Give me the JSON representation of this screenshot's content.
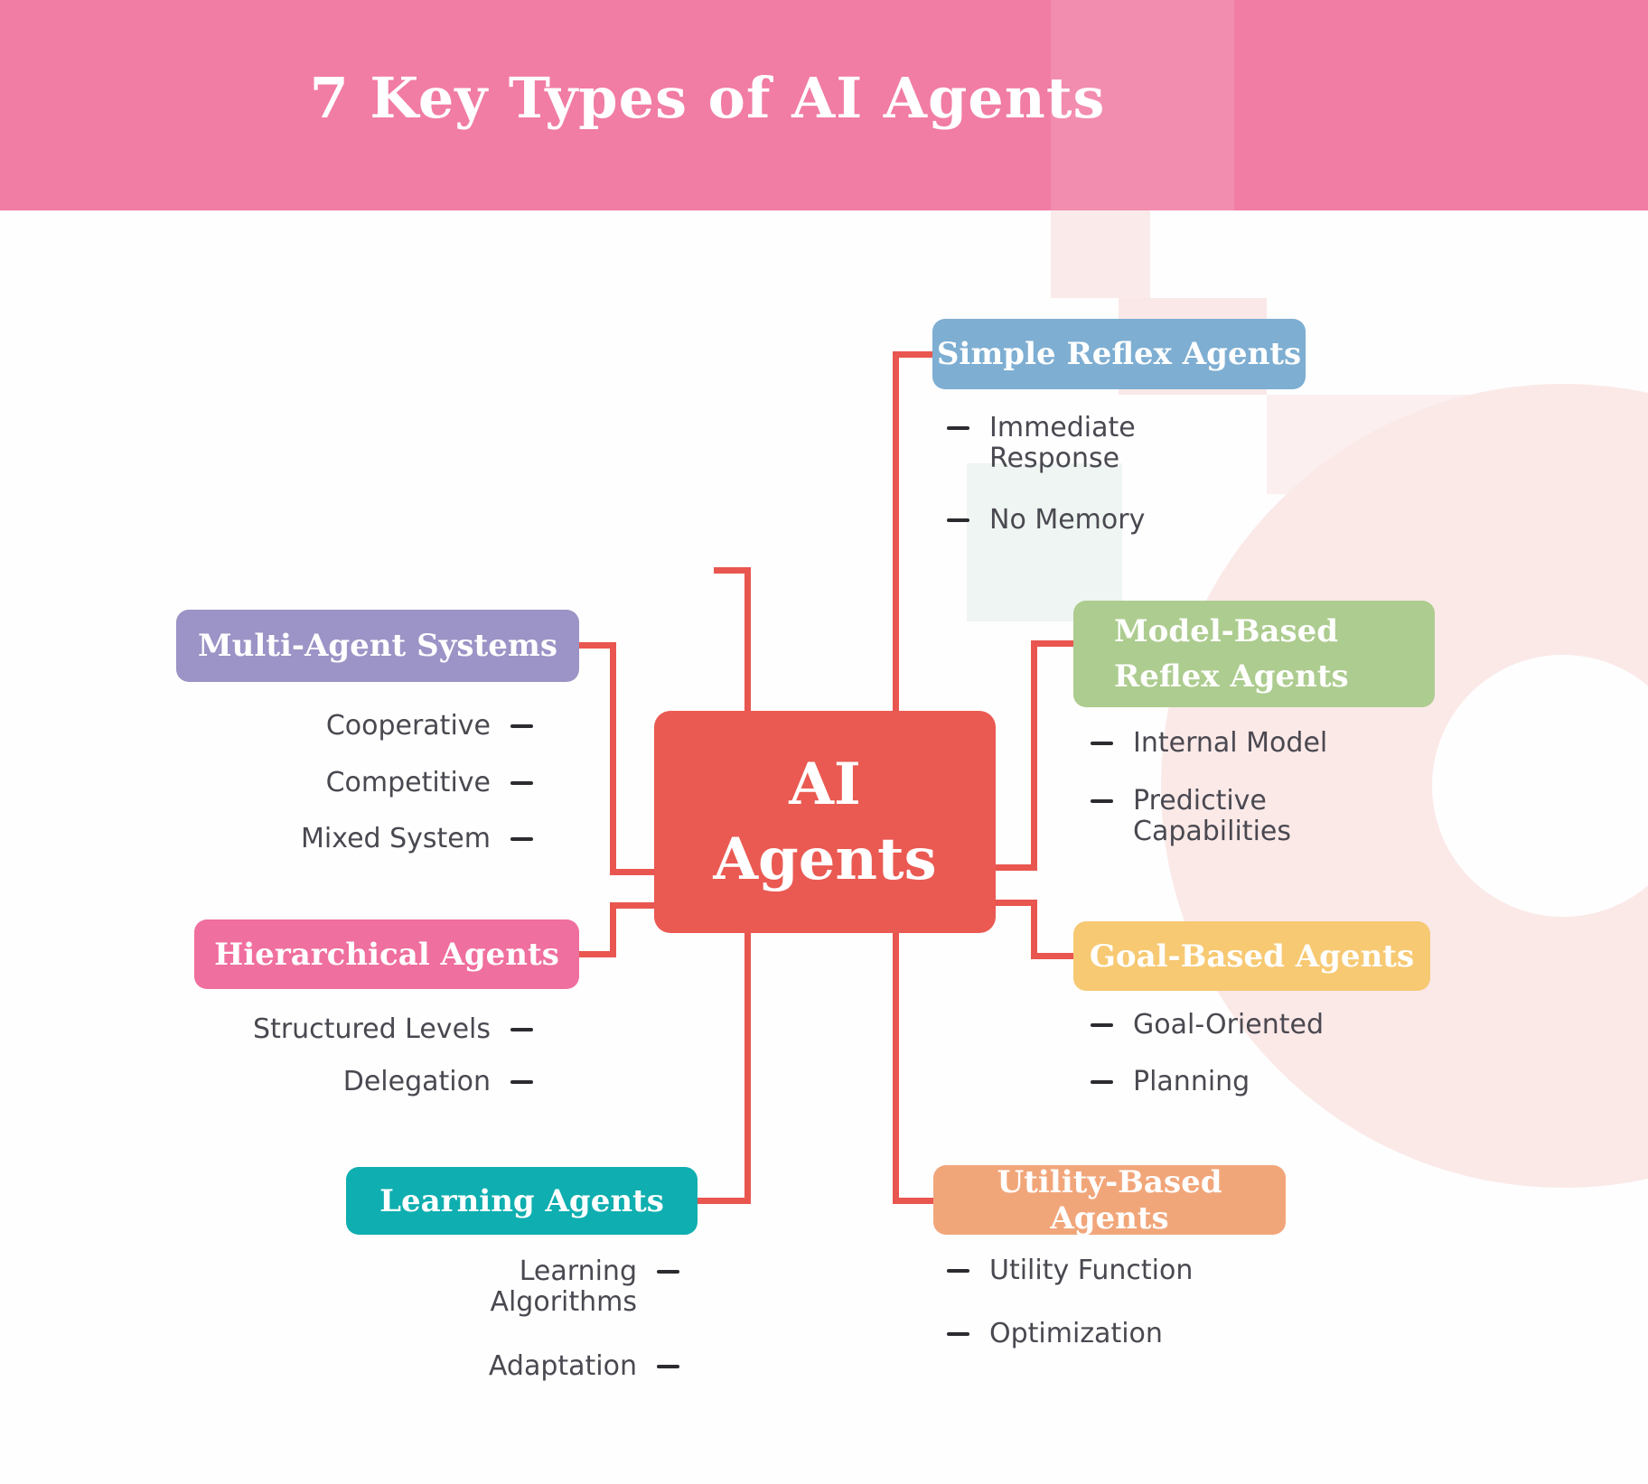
{
  "header": {
    "title": "7 Key Types of AI Agents",
    "bg_color": "#F17CA4",
    "text_color": "#FFFFFF"
  },
  "center_node": {
    "label": "AI\nAgents",
    "bg_color": "#EA5A52",
    "text_color": "#FFFFFF"
  },
  "connector_color": "#E8564F",
  "branches": {
    "simple_reflex": {
      "label": "Simple Reflex Agents",
      "color": "#7EAED2",
      "items": [
        "Immediate\nResponse",
        "No Memory"
      ]
    },
    "model_based": {
      "label": "Model-Based Reflex Agents",
      "color": "#ADCC8F",
      "items": [
        "Internal Model",
        "Predictive\nCapabilities"
      ]
    },
    "goal_based": {
      "label": "Goal-Based Agents",
      "color": "#F7C973",
      "items": [
        "Goal-Oriented",
        "Planning"
      ]
    },
    "utility_based": {
      "label": "Utility-Based Agents",
      "color": "#F1A67A",
      "items": [
        "Utility Function",
        "Optimization"
      ]
    },
    "multi_agent": {
      "label": "Multi-Agent Systems",
      "color": "#9C93C6",
      "items": [
        "Cooperative",
        "Competitive",
        "Mixed System"
      ]
    },
    "hierarchical": {
      "label": "Hierarchical Agents",
      "color": "#EF6F9E",
      "items": [
        "Structured Levels",
        "Delegation"
      ]
    },
    "learning": {
      "label": "Learning Agents",
      "color": "#0FAEB0",
      "items": [
        "Learning\nAlgorithms",
        "Adaptation"
      ]
    }
  }
}
